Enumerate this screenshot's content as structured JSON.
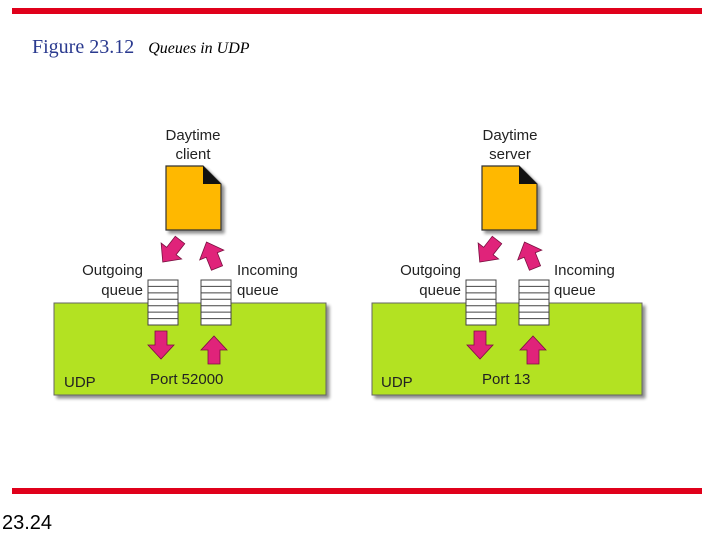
{
  "colors": {
    "rule": "#e0001b",
    "figure_number": "#2a3a8f",
    "udp_box": "#b3e223",
    "document": "#ffb800",
    "arrow": "#e0237a",
    "queue": "#ffffff"
  },
  "title": {
    "number": "Figure 23.12",
    "caption": "Queues in UDP"
  },
  "page_number": "23.24",
  "client": {
    "app_label_line1": "Daytime",
    "app_label_line2": "client",
    "outgoing_line1": "Outgoing",
    "outgoing_line2": "queue",
    "incoming_line1": "Incoming",
    "incoming_line2": "queue",
    "udp_label": "UDP",
    "port_label": "Port 52000",
    "app_icon": "document-icon"
  },
  "server": {
    "app_label_line1": "Daytime",
    "app_label_line2": "server",
    "outgoing_line1": "Outgoing",
    "outgoing_line2": "queue",
    "incoming_line1": "Incoming",
    "incoming_line2": "queue",
    "udp_label": "UDP",
    "port_label": "Port 13",
    "app_icon": "document-icon"
  }
}
